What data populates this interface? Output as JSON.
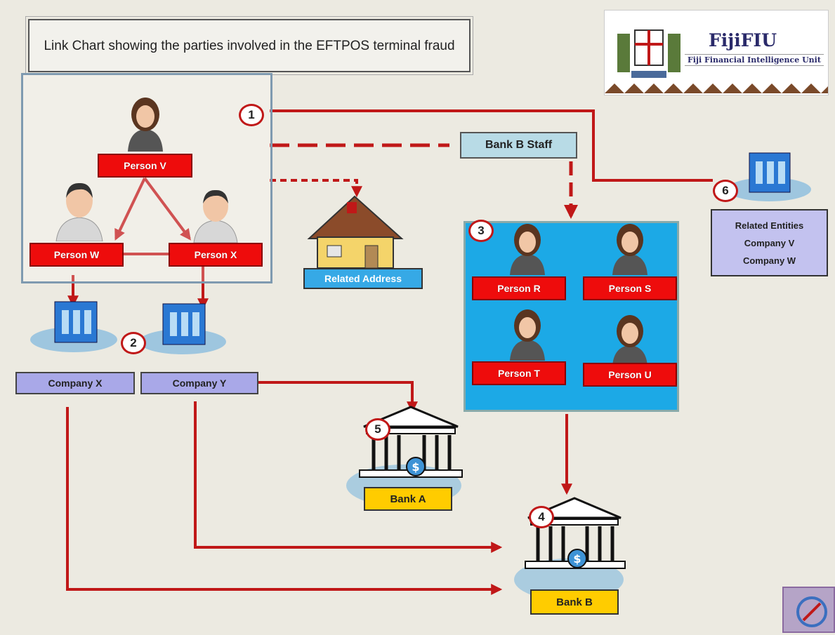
{
  "title": "Link Chart showing the parties involved in the EFTPOS terminal fraud",
  "logo": {
    "name": "FijiFIU",
    "subtitle": "Fiji Financial Intelligence Unit"
  },
  "persons": {
    "v": "Person V",
    "w": "Person W",
    "x": "Person X",
    "r": "Person R",
    "s": "Person S",
    "t": "Person T",
    "u": "Person U"
  },
  "companies": {
    "x": "Company X",
    "y": "Company Y"
  },
  "bank_staff": "Bank B Staff",
  "related_address": "Related Address",
  "banks": {
    "a": "Bank A",
    "b": "Bank B"
  },
  "related_entities": {
    "heading": "Related Entities",
    "items": [
      "Company V",
      "Company W"
    ]
  },
  "badges": [
    "1",
    "2",
    "3",
    "4",
    "5",
    "6"
  ],
  "colors": {
    "person_label": "#ee0c0c",
    "company_label": "#a9a8e8",
    "staff_panel": "#1ca9e6",
    "bank_label": "#ffcc00",
    "link": "#c01818",
    "background": "#eceae1"
  },
  "icons": [
    "female-person-icon",
    "male-person-icon",
    "office-building-icon",
    "house-icon",
    "bank-icon"
  ]
}
